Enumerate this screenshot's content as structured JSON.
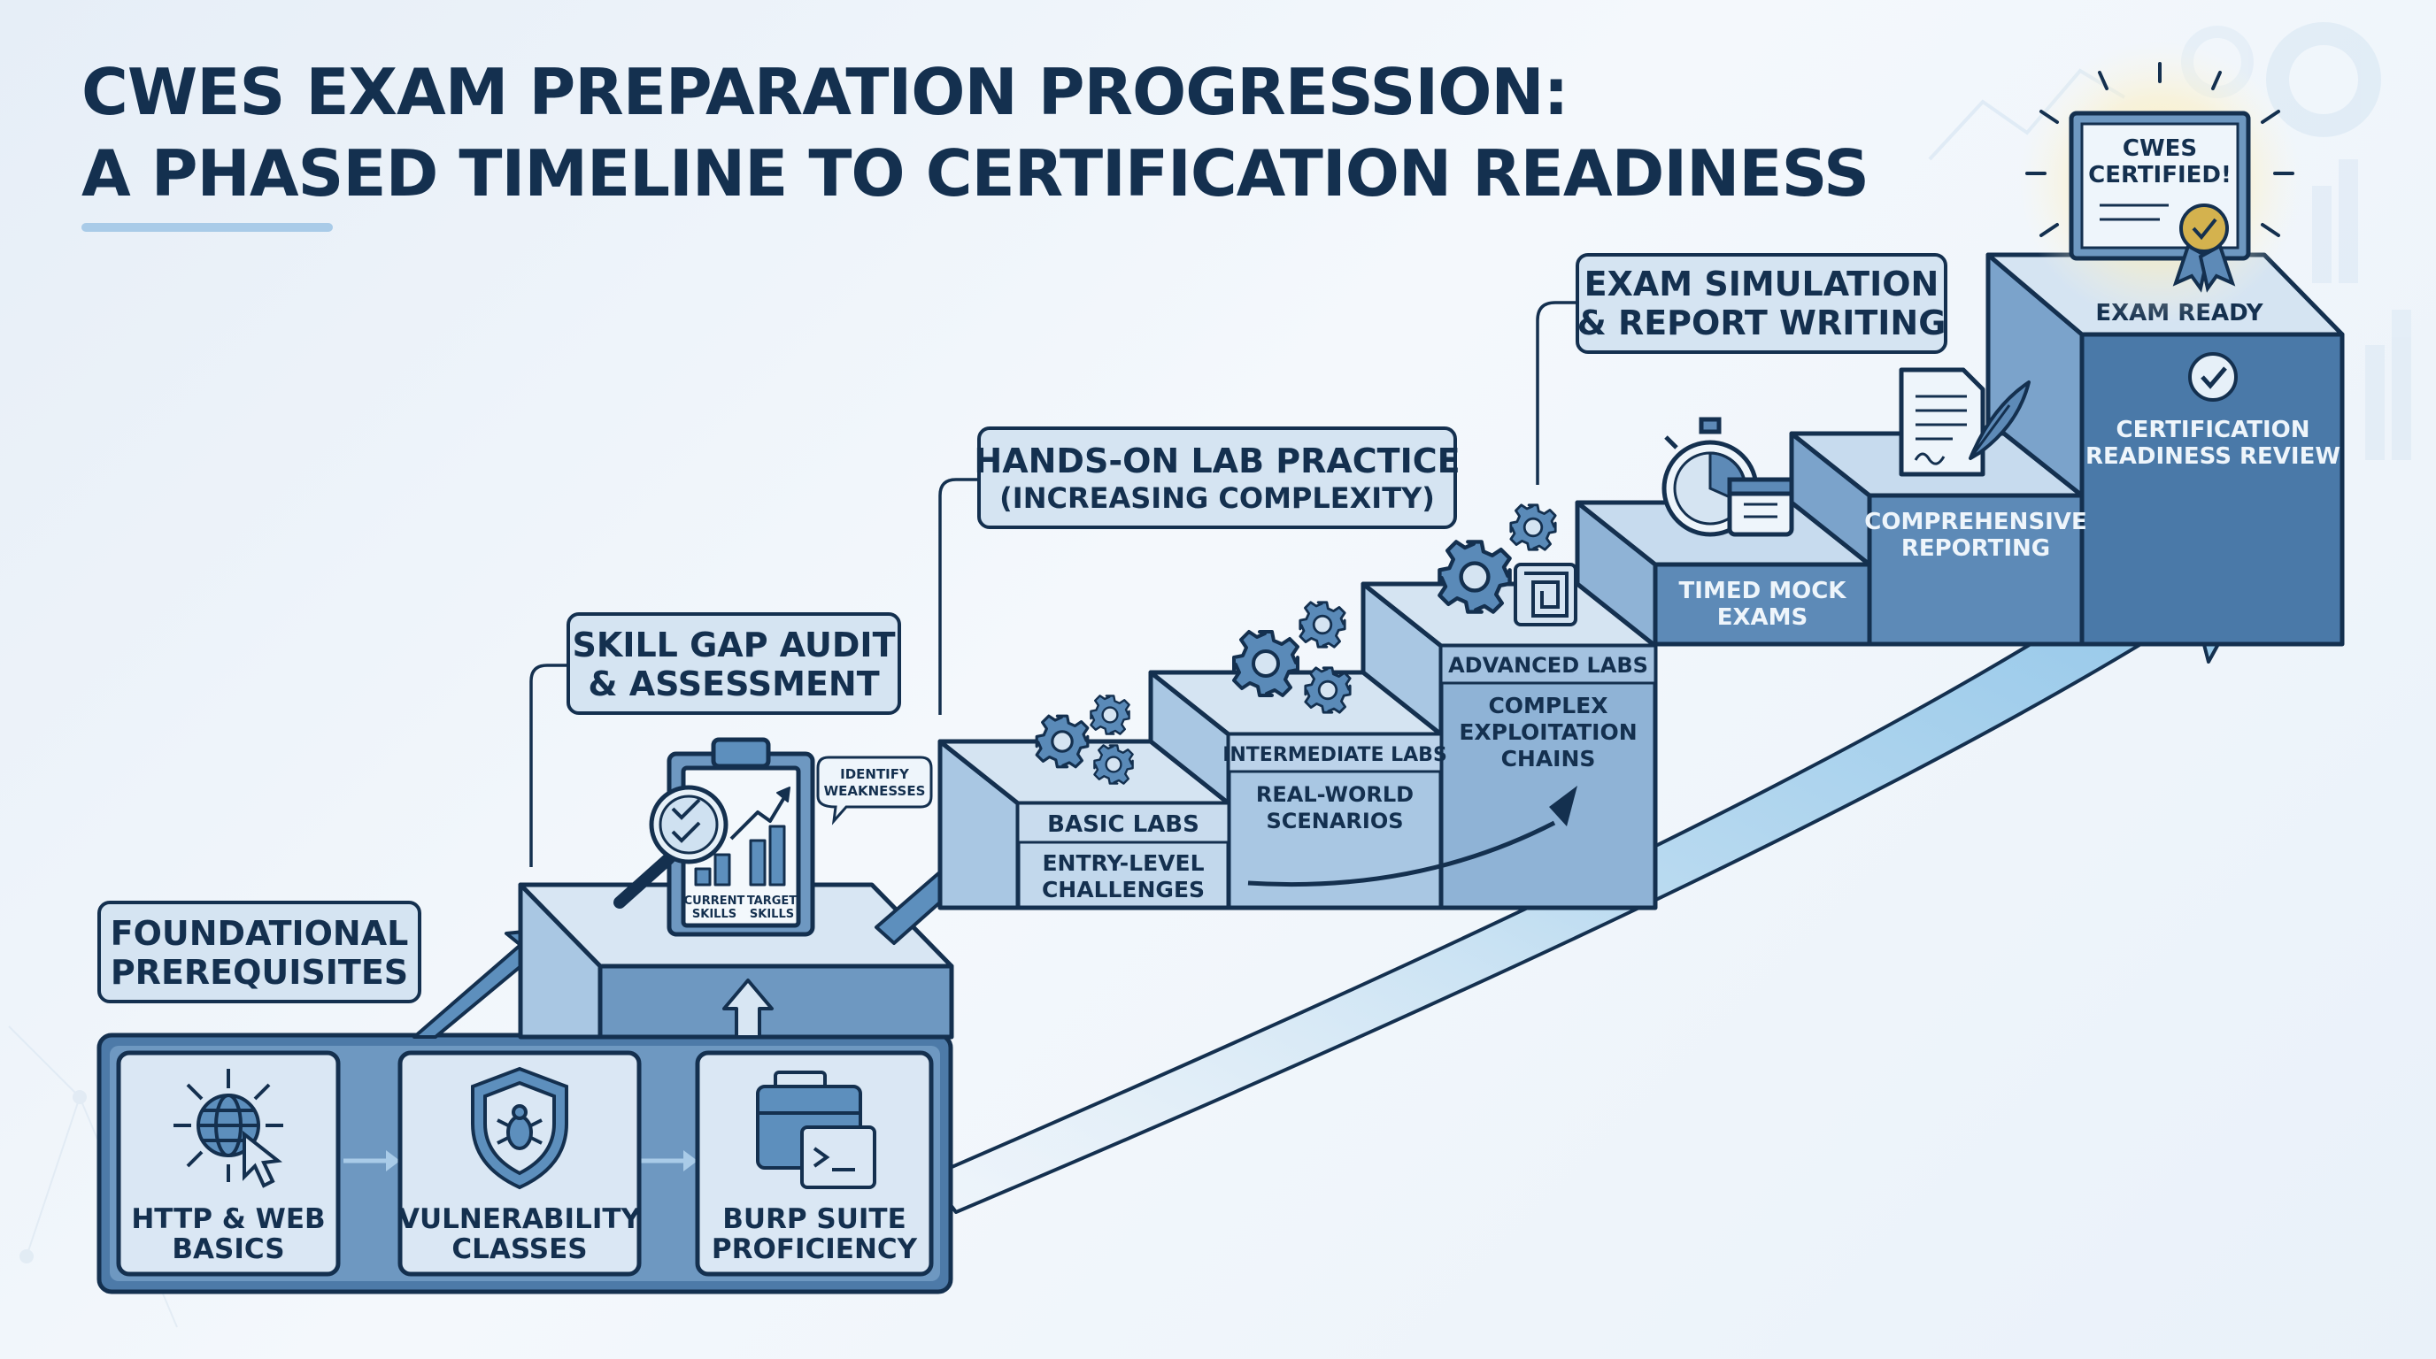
{
  "title": {
    "line1": "CWES EXAM PREPARATION PROGRESSION:",
    "line2": "A PHASED TIMELINE TO CERTIFICATION READINESS"
  },
  "phases": {
    "foundational": {
      "line1": "FOUNDATIONAL",
      "line2": "PREREQUISITES"
    },
    "skill_gap": {
      "line1": "SKILL GAP AUDIT",
      "line2": "& ASSESSMENT"
    },
    "hands_on": {
      "line1": "HANDS-ON LAB PRACTICE",
      "line2": "(INCREASING COMPLEXITY)"
    },
    "exam_sim": {
      "line1": "EXAM SIMULATION",
      "line2": "& REPORT WRITING"
    }
  },
  "prerequisites": {
    "http": {
      "line1": "HTTP & WEB",
      "line2": "BASICS"
    },
    "vuln": {
      "line1": "VULNERABILITY",
      "line2": "CLASSES"
    },
    "burp": {
      "line1": "BURP SUITE",
      "line2": "PROFICIENCY"
    }
  },
  "assessment": {
    "bubble_line1": "IDENTIFY",
    "bubble_line2": "WEAKNESSES",
    "current_line1": "CURRENT",
    "current_line2": "SKILLS",
    "target_line1": "TARGET",
    "target_line2": "SKILLS"
  },
  "labs": {
    "basic": {
      "label": "BASIC LABS",
      "desc1": "ENTRY-LEVEL",
      "desc2": "CHALLENGES"
    },
    "intermediate": {
      "label": "INTERMEDIATE LABS",
      "desc1": "REAL-WORLD",
      "desc2": "SCENARIOS"
    },
    "advanced": {
      "label": "ADVANCED LABS",
      "desc1": "COMPLEX",
      "desc2": "EXPLOITATION",
      "desc3": "CHAINS"
    }
  },
  "exam_steps": {
    "mock": {
      "line1": "TIMED MOCK",
      "line2": "EXAMS"
    },
    "report": {
      "line1": "COMPREHENSIVE",
      "line2": "REPORTING"
    },
    "ready": "EXAM READY",
    "review": {
      "line1": "CERTIFICATION",
      "line2": "READINESS REVIEW"
    }
  },
  "certificate": {
    "line1": "CWES",
    "line2": "CERTIFIED!"
  },
  "colors": {
    "navy": "#14304f",
    "step_light": "#d5e4f2",
    "step_mid": "#a9c7e3",
    "step_dark": "#5482b0",
    "arrow": "#9ccbe9",
    "cert_glow": "#fbe9a8"
  }
}
